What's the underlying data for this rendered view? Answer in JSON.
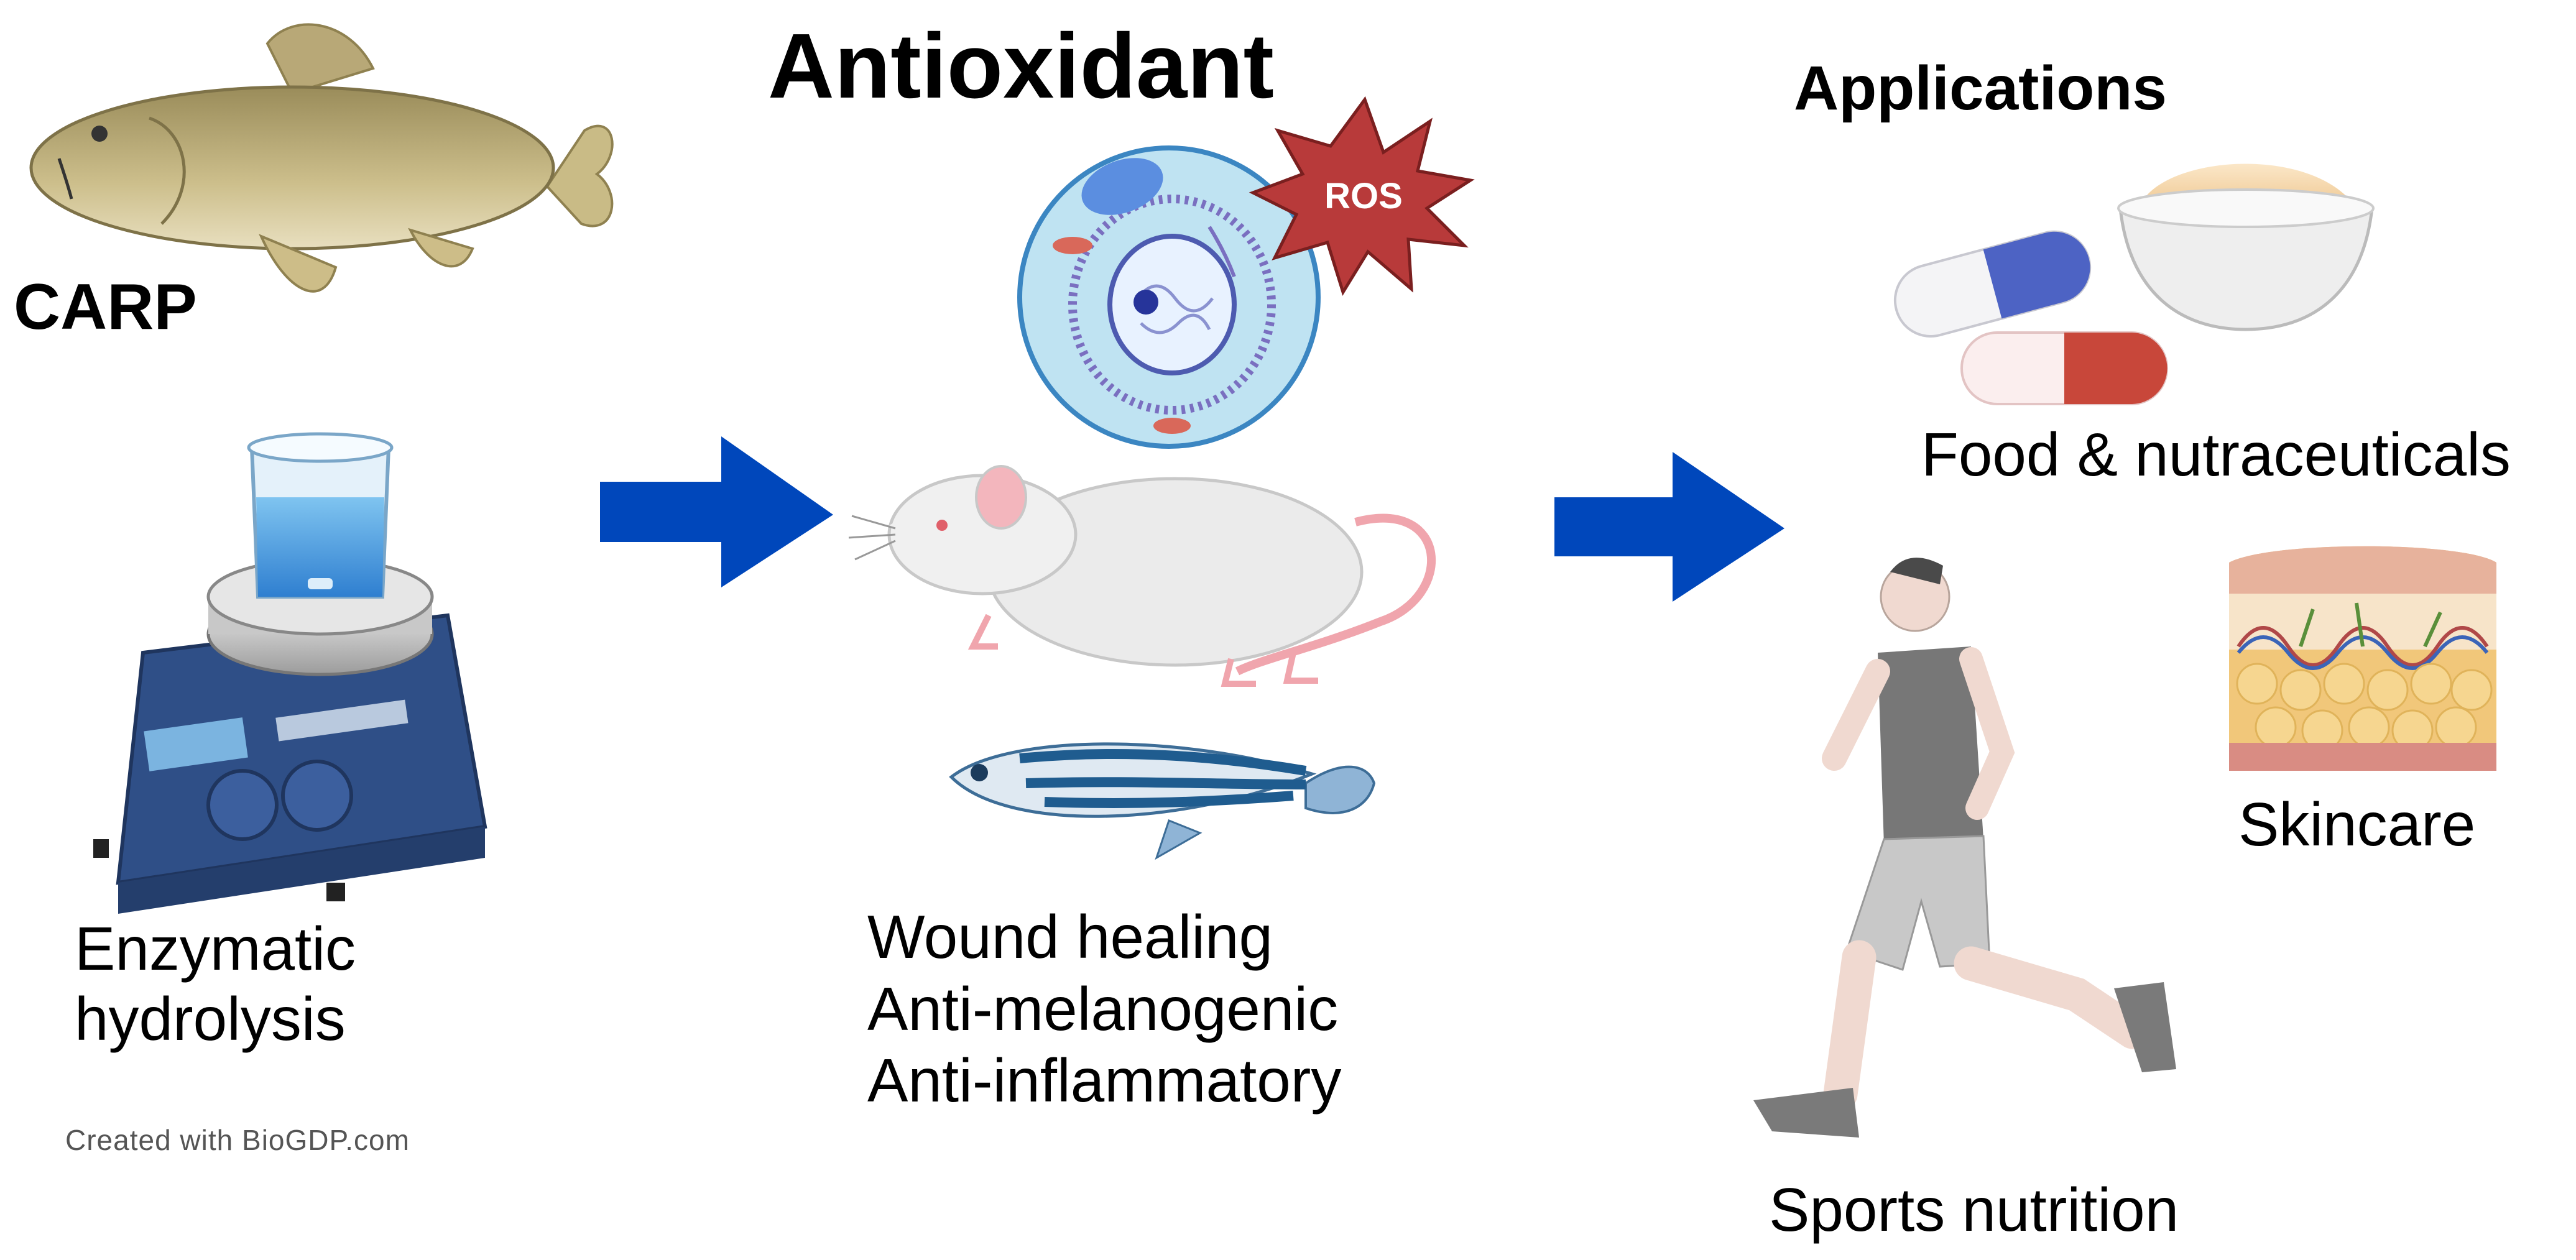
{
  "source": {
    "label": "CARP",
    "process": [
      "Enzymatic",
      "hydrolysis"
    ]
  },
  "activity": {
    "title": "Antioxidant",
    "ros_label": "ROS",
    "effects": [
      "Wound healing",
      "Anti-melanogenic",
      "Anti-inflammatory"
    ]
  },
  "applications": {
    "title": "Applications",
    "food": "Food & nutraceuticals",
    "skincare": "Skincare",
    "sports": "Sports nutrition"
  },
  "credit": "Created with BioGDP.com",
  "colors": {
    "arrow": "#0047BB",
    "ros": "#B83A3A",
    "cell": "#BFE3F2",
    "pill_blue": "#4D63C4",
    "pill_red": "#C8473A"
  },
  "icons": [
    "carp-fish-icon",
    "magnetic-stirrer-icon",
    "cell-icon",
    "ros-burst-icon",
    "rat-icon",
    "zebrafish-icon",
    "capsule-icon",
    "bowl-icon",
    "runner-icon",
    "skin-layers-icon"
  ]
}
